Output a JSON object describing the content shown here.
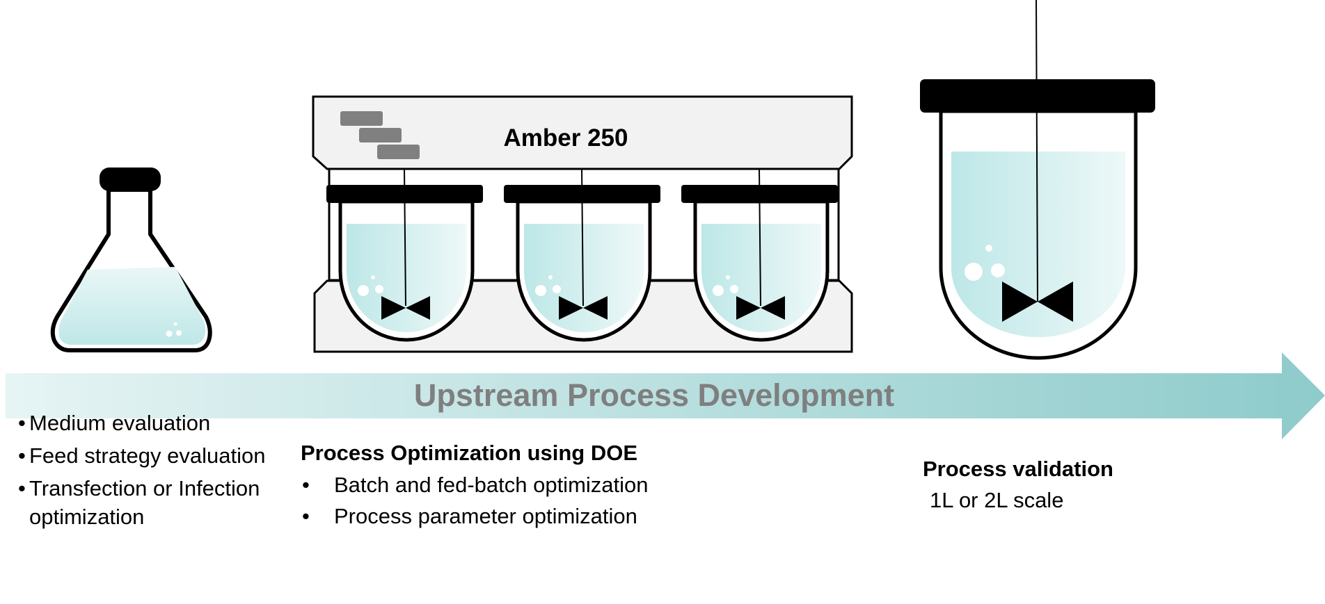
{
  "arrow": {
    "label": "Upstream Process Development",
    "color_light": "#e6f4f4",
    "color_dark": "#8ecbcb",
    "label_color": "#7f7f7f"
  },
  "system": {
    "title": "Amber 250"
  },
  "stages": {
    "flask": {
      "items": [
        "Medium evaluation",
        "Feed strategy evaluation",
        "Transfection or Infection optimization"
      ]
    },
    "doe": {
      "heading": "Process Optimization using DOE",
      "items": [
        "Batch and fed-batch optimization",
        "Process parameter optimization"
      ]
    },
    "validation": {
      "heading": "Process validation",
      "detail": "1L or 2L scale"
    }
  },
  "colors": {
    "liquid_light": "#c8ecec",
    "liquid_pale": "#ecf7f7",
    "cap": "#000000",
    "panel": "#f2f2f2",
    "port": "#808080"
  }
}
